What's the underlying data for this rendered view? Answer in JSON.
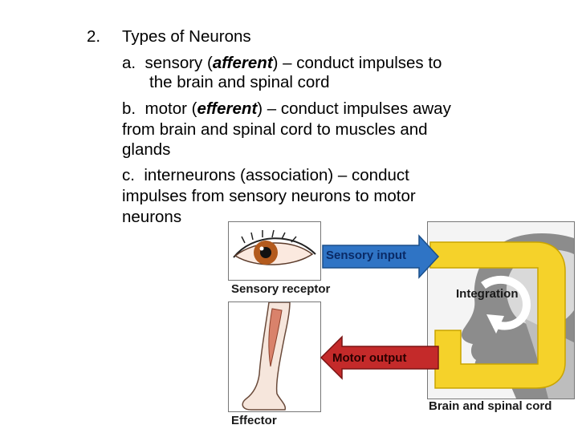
{
  "list": {
    "number": "2.",
    "title": "Types of Neurons",
    "item_a": {
      "marker": "a.",
      "pre": "sensory (",
      "term": "afferent",
      "post": ") – conduct impulses to",
      "line2": "the brain and spinal cord"
    },
    "item_b": {
      "marker": "b.",
      "pre": "motor (",
      "term": "efferent",
      "post": ") – conduct impulses away",
      "line2": "from brain and spinal cord to muscles and",
      "line3": "glands"
    },
    "item_c": {
      "marker": "c.",
      "text": "interneurons (association) – conduct",
      "line2": "impulses from sensory neurons to motor",
      "line3": "neurons"
    }
  },
  "figure": {
    "sensory_input_label": "Sensory input",
    "integration_label": "Integration",
    "motor_output_label": "Motor output",
    "sensory_receptor_label": "Sensory receptor",
    "effector_label": "Effector",
    "brain_label": "Brain and spinal cord",
    "colors": {
      "sensory_arrow": "#2f74c5",
      "motor_arrow": "#c42a2a",
      "integration": "#f5d22a",
      "head": "#8c8c8c",
      "iris": "#b35a1d",
      "muscle": "#d9826b"
    }
  }
}
